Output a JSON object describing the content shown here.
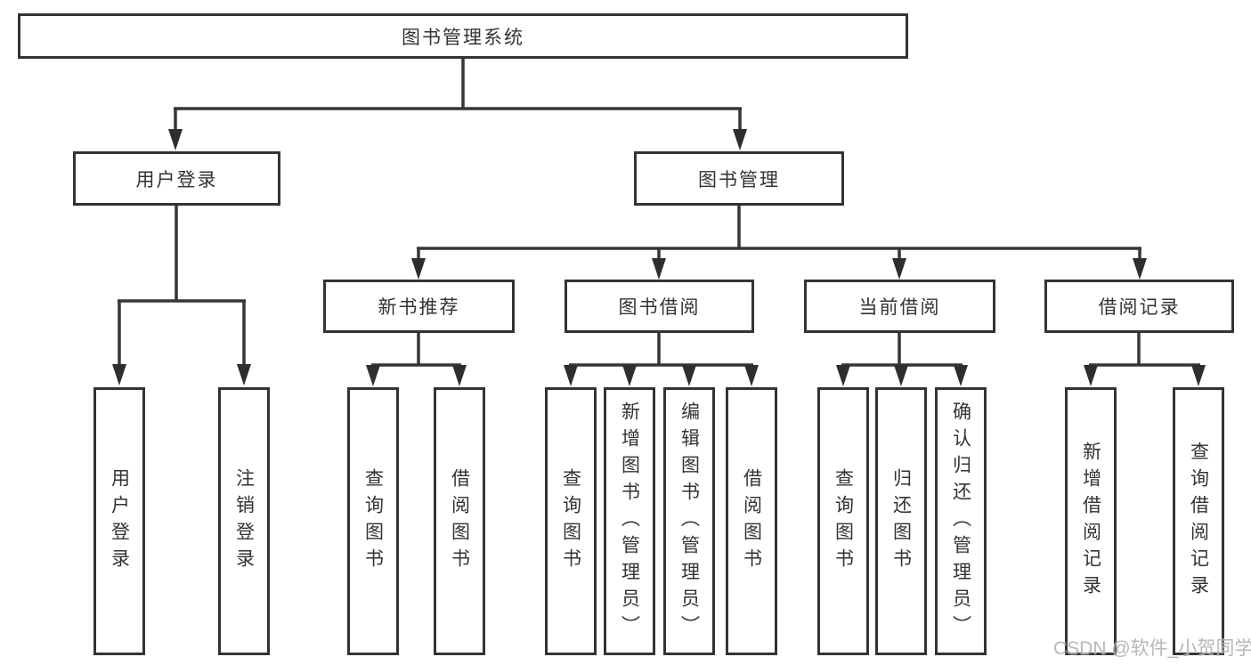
{
  "tree": {
    "root": {
      "label": "图书管理系统",
      "children": [
        {
          "label": "用户登录",
          "children": [
            {
              "label": "用户登录"
            },
            {
              "label": "注销登录"
            }
          ]
        },
        {
          "label": "图书管理",
          "children": [
            {
              "label": "新书推荐",
              "children": [
                {
                  "label": "查询图书"
                },
                {
                  "label": "借阅图书"
                }
              ]
            },
            {
              "label": "图书借阅",
              "children": [
                {
                  "label": "查询图书"
                },
                {
                  "label": "新增图书（管理员）"
                },
                {
                  "label": "编辑图书（管理员）"
                },
                {
                  "label": "借阅图书"
                }
              ]
            },
            {
              "label": "当前借阅",
              "children": [
                {
                  "label": "查询图书"
                },
                {
                  "label": "归还图书"
                },
                {
                  "label": "确认归还（管理员）"
                }
              ]
            },
            {
              "label": "借阅记录",
              "children": [
                {
                  "label": "新增借阅记录"
                },
                {
                  "label": "查询借阅记录"
                }
              ]
            }
          ]
        }
      ]
    }
  },
  "watermark": "CSDN @软件_小贺同学",
  "colors": {
    "line": "#363636",
    "border": "#333333",
    "text": "#333333",
    "background": "#ffffff",
    "watermark": "#aaaaaa"
  }
}
